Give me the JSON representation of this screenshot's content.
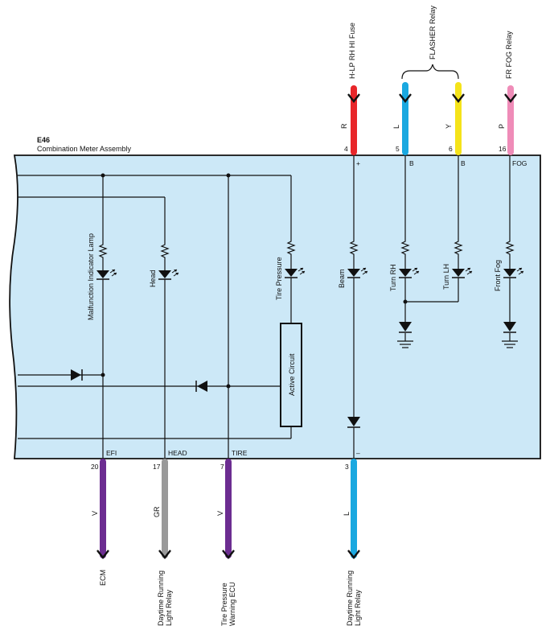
{
  "connector": {
    "id": "E46",
    "name": "Combination Meter Assembly"
  },
  "top_group_label": "FLASHER Relay",
  "top_wires": [
    {
      "dest": "H-LP RH HI Fuse",
      "color_code": "R",
      "pin": "4",
      "terminal": "+",
      "color": "#e8262a"
    },
    {
      "dest": "",
      "color_code": "L",
      "pin": "5",
      "terminal": "B",
      "color": "#1aa8e0"
    },
    {
      "dest": "",
      "color_code": "Y",
      "pin": "6",
      "terminal": "B",
      "color": "#f5e31a"
    },
    {
      "dest": "FR FOG Relay",
      "color_code": "P",
      "pin": "16",
      "terminal": "FOG",
      "color": "#ef8cb8"
    }
  ],
  "bottom_wires": [
    {
      "terminal": "EFI",
      "pin": "20",
      "color_code": "V",
      "dest_lines": [
        "ECM"
      ],
      "color": "#6c2d91"
    },
    {
      "terminal": "HEAD",
      "pin": "17",
      "color_code": "GR",
      "dest_lines": [
        "Daytime Running",
        "Light Relay"
      ],
      "color": "#9a9a9a"
    },
    {
      "terminal": "TIRE",
      "pin": "7",
      "color_code": "V",
      "dest_lines": [
        "Tire Pressure",
        "Warning ECU"
      ],
      "color": "#6c2d91"
    },
    {
      "terminal": "–",
      "pin": "3",
      "color_code": "L",
      "dest_lines": [
        "Daytime Running",
        "Light Relay"
      ],
      "color": "#1aa8e0"
    }
  ],
  "indicators": [
    {
      "label": "Malfunction Indicator Lamp"
    },
    {
      "label": "Head"
    },
    {
      "label": "Tire Pressure"
    },
    {
      "label": "Beam"
    },
    {
      "label": "Turn RH"
    },
    {
      "label": "Turn LH"
    },
    {
      "label": "Front Fog"
    }
  ],
  "active_circuit_label": "Active Circuit",
  "colors": {
    "box_fill": "#cce8f7",
    "box_stroke": "#111111"
  }
}
